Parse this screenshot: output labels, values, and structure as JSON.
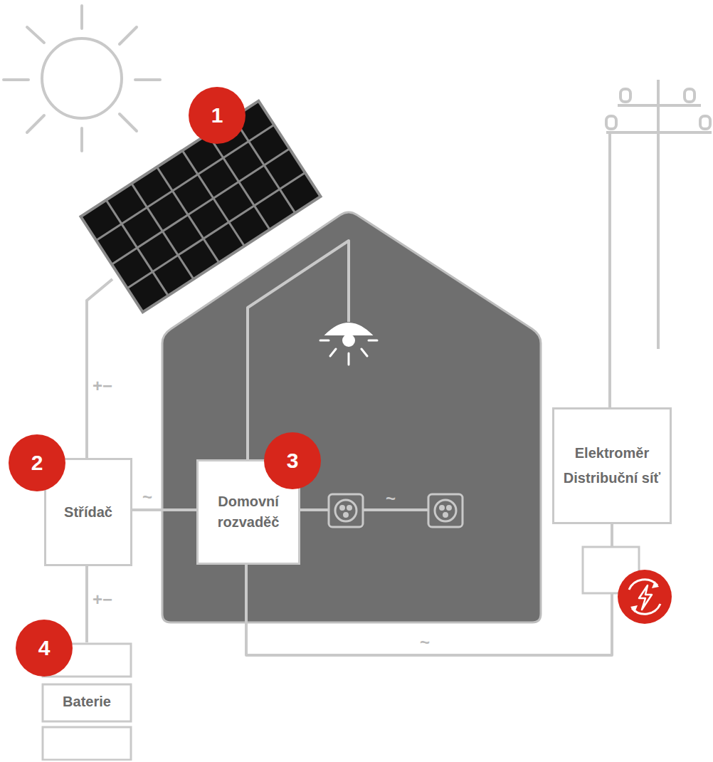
{
  "diagram": {
    "nodes": [
      {
        "text": [
          "Střídač"
        ]
      },
      {
        "text": [
          "Domovní rozvaděč"
        ]
      },
      {
        "text": [
          "Elektroměr",
          "Distribuční síť"
        ]
      },
      {
        "text": [
          "Baterie"
        ]
      }
    ],
    "edges": [
      {
        "from": 0,
        "to": 1,
        "label": "~",
        "arrow": "none"
      },
      {
        "from": 1,
        "to": 2,
        "label": "~",
        "arrow": "none"
      },
      {
        "from": 0,
        "to": 3,
        "label": "+−",
        "arrow": "none"
      }
    ],
    "labels": [
      "1",
      "2",
      "3",
      "4",
      "+−",
      "~"
    ]
  }
}
